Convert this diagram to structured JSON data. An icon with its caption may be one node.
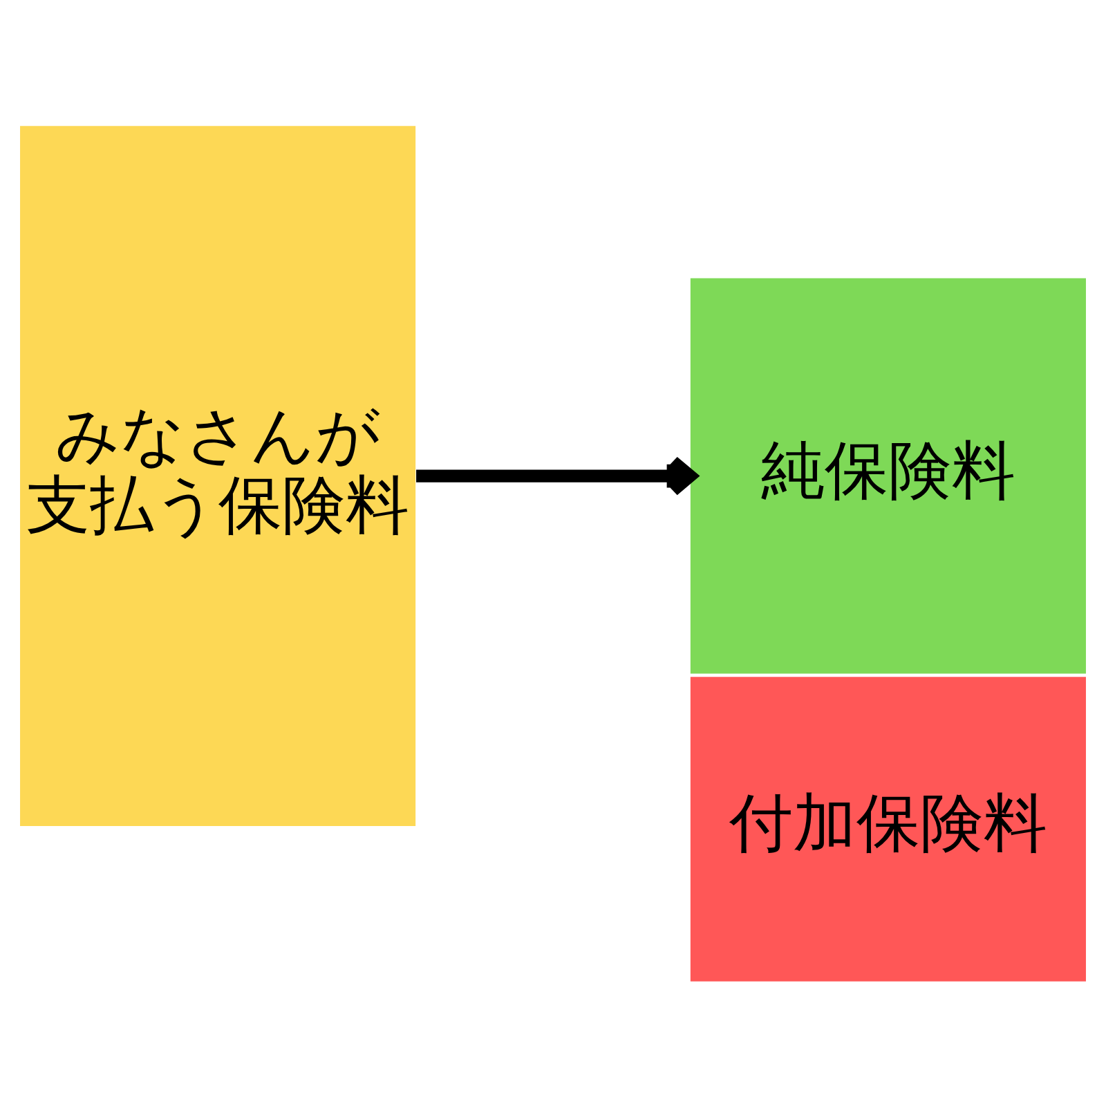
{
  "diagram": {
    "nodes": [
      {
        "text": [
          "みなさんが支払う保険料"
        ]
      },
      {
        "text": [
          "純保険料"
        ]
      },
      {
        "text": [
          "付加保険料"
        ]
      }
    ],
    "edges": [
      {
        "from": 0,
        "to": 1,
        "arrow": "to"
      }
    ]
  }
}
